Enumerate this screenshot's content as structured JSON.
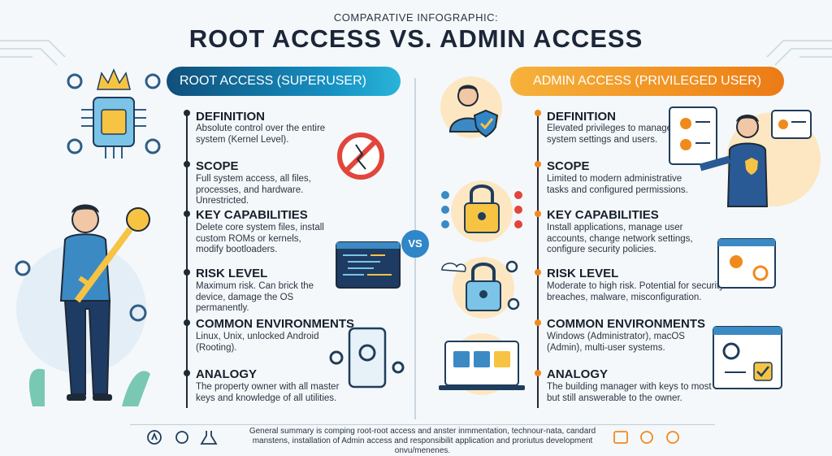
{
  "header": {
    "subtitle": "COMPARATIVE INFOGRAPHIC:",
    "title": "ROOT ACCESS VS. ADMIN ACCESS"
  },
  "vs_label": "VS",
  "root": {
    "banner": "ROOT ACCESS (SUPERUSER)",
    "accent": "#1590c2",
    "sections": [
      {
        "title": "DEFINITION",
        "text": "Absolute control over the entire system (Kernel Level)."
      },
      {
        "title": "SCOPE",
        "text": "Full system access, all files, processes, and hardware. Unrestricted."
      },
      {
        "title": "KEY CAPABILITIES",
        "text": "Delete core system files, install custom ROMs or kernels, modify bootloaders."
      },
      {
        "title": "RISK LEVEL",
        "text": "Maximum risk. Can brick the device, damage the OS permanently."
      },
      {
        "title": "COMMON ENVIRONMENTS",
        "text": "Linux, Unix, unlocked Android (Rooting)."
      },
      {
        "title": "ANALOGY",
        "text": "The property owner with all master keys and knowledge of all utilities."
      }
    ]
  },
  "admin": {
    "banner": "ADMIN ACCESS (PRIVILEGED USER)",
    "accent": "#f08a1c",
    "sections": [
      {
        "title": "DEFINITION",
        "text": "Elevated privileges to manage system settings and users."
      },
      {
        "title": "SCOPE",
        "text": "Limited to modern administrative tasks and configured permissions."
      },
      {
        "title": "KEY CAPABILITIES",
        "text": "Install applications, manage user accounts, change network settings, configure security policies."
      },
      {
        "title": "RISK LEVEL",
        "text": "Moderate to high risk. Potential for security breaches, malware, misconfiguration."
      },
      {
        "title": "COMMON ENVIRONMENTS",
        "text": "Windows (Administrator), macOS (Admin), multi-user systems."
      },
      {
        "title": "ANALOGY",
        "text": "The building manager with keys to most doors but still answerable to the owner."
      }
    ]
  },
  "footer": {
    "text": "General summary is comping root-root access and anster inmmentation, technour-nata, candard manstens, installation of Admin access and responsibilit application and proriutus development onvu/menenes."
  },
  "icons": [
    "gear-icon",
    "crown-icon",
    "chip-icon",
    "key-icon",
    "person-icon",
    "no-entry-icon",
    "code-window-icon",
    "tablet-icon",
    "shield-icon",
    "padlock-icon",
    "checklist-icon",
    "cloud-icon",
    "laptop-icon",
    "profile-card-icon",
    "chat-icon",
    "badge-icon",
    "compass-icon",
    "dollar-gear-icon",
    "flask-icon",
    "coin-icon"
  ]
}
